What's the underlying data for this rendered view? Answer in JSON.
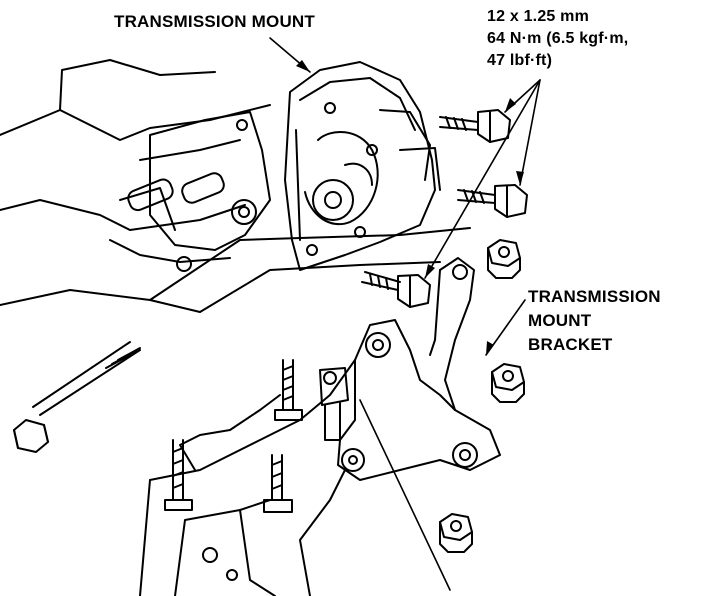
{
  "labels": {
    "transmission_mount": "TRANSMISSION MOUNT",
    "bolt_spec": {
      "size": "12 x 1.25 mm",
      "torque_metric": "64 N·m (6.5 kgf·m,",
      "torque_imperial": "47 lbf·ft)"
    },
    "bracket": {
      "line1": "TRANSMISSION",
      "line2": "MOUNT",
      "line3": "BRACKET"
    }
  },
  "colors": {
    "ink": "#000000",
    "paper": "#ffffff"
  }
}
